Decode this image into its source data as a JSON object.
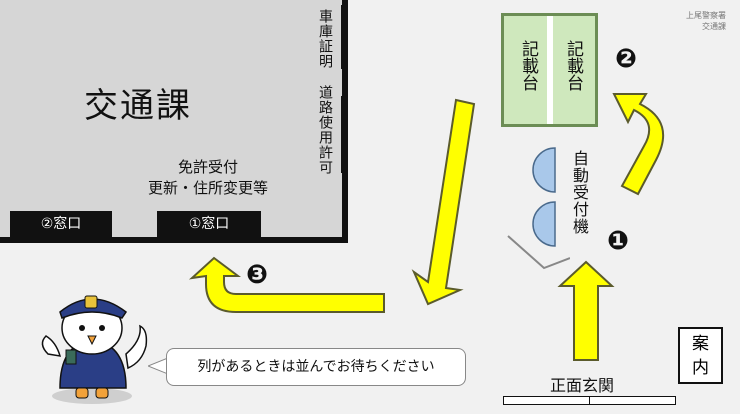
{
  "header_note": {
    "line1": "上尾警察署",
    "line2": "交通課"
  },
  "office": {
    "department": "交通課",
    "services_line1": "免許受付",
    "services_line2": "更新・住所変更等",
    "window1": "①窓口",
    "window2": "②窓口",
    "garage_cert": "車庫証明",
    "road_permit": "道路使用許可"
  },
  "desks": {
    "desk_left": "記載台",
    "desk_right": "記載台"
  },
  "kiosk": {
    "label": "自動受付機"
  },
  "steps": {
    "step1": "❶",
    "step2": "❷",
    "step3": "❸"
  },
  "entrance": {
    "label": "正面玄関"
  },
  "info_desk": {
    "label_top": "案",
    "label_bottom": "内"
  },
  "speech": {
    "text": "列があるときは並んでお待ちください"
  },
  "colors": {
    "arrow_fill": "#ffff00",
    "arrow_stroke": "#5b5b2c",
    "kiosk_blue": "#a9c8ea",
    "desk_green": "#cfe8bd"
  }
}
